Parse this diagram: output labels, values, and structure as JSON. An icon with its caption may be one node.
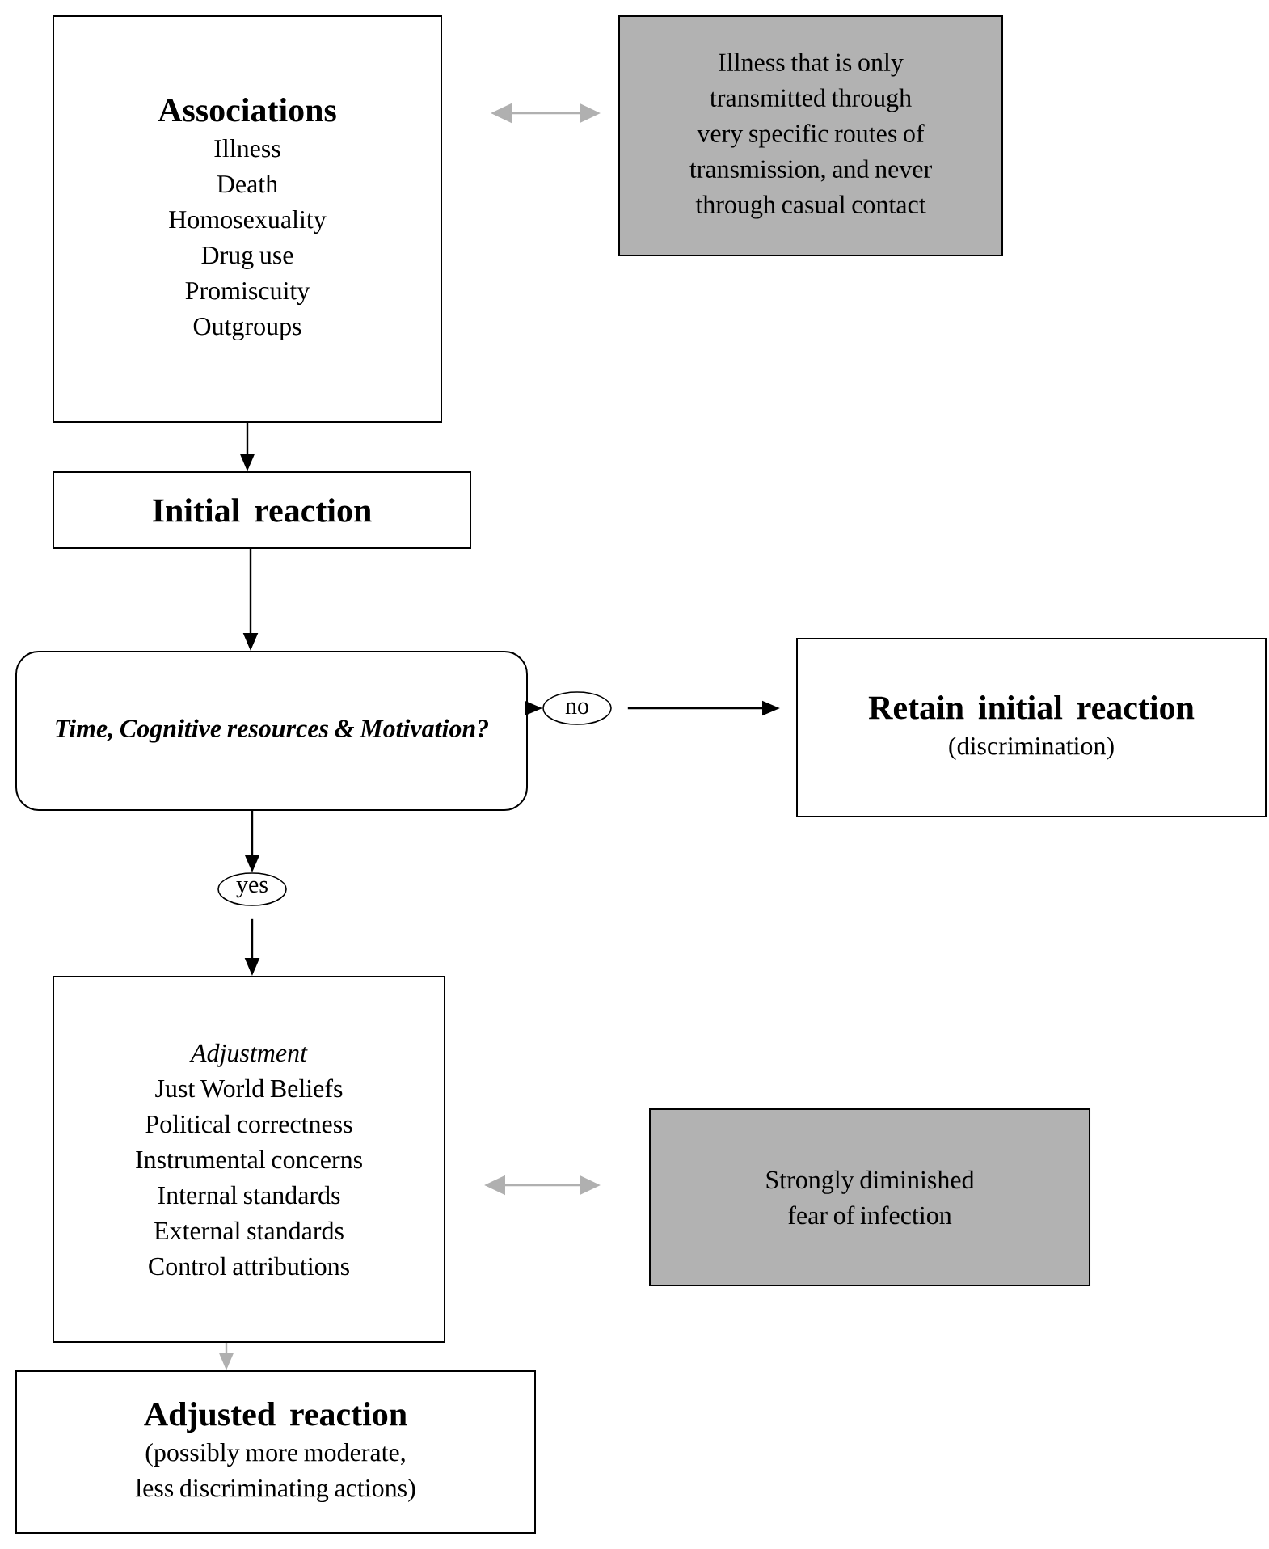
{
  "diagram": {
    "nodes": [
      {
        "text": [
          "Associations",
          "Illness",
          "Death",
          "Homosexuality",
          "Drug use",
          "Promiscuity",
          "Outgroups"
        ]
      },
      {
        "text": [
          "Illness that is only transmitted through very specific routes of transmission, and never through casual contact"
        ]
      },
      {
        "text": [
          "Initial reaction"
        ]
      },
      {
        "text": [
          "Time, Cognitive resources & Motivation?"
        ]
      },
      {
        "text": [
          "no"
        ]
      },
      {
        "text": [
          "Retain initial reaction",
          "(discrimination)"
        ]
      },
      {
        "text": [
          "yes"
        ]
      },
      {
        "text": [
          "Adjustment",
          "Just World Beliefs",
          "Political correctness",
          "Instrumental concerns",
          "Internal standards",
          "External standards",
          "Control attributions"
        ]
      },
      {
        "text": [
          "Strongly diminished fear of infection"
        ]
      },
      {
        "text": [
          "Adjusted reaction",
          "(possibly more moderate, less discriminating actions)"
        ]
      }
    ],
    "edges": [
      {
        "from": 0,
        "to": 1,
        "arrow": "both",
        "color": "#b0b0b0"
      },
      {
        "from": 0,
        "to": 2,
        "arrow": "to"
      },
      {
        "from": 2,
        "to": 3,
        "arrow": "to"
      },
      {
        "from": 3,
        "to": 4,
        "arrow": "to"
      },
      {
        "from": 4,
        "to": 5,
        "arrow": "to"
      },
      {
        "from": 3,
        "to": 6,
        "arrow": "to"
      },
      {
        "from": 6,
        "to": 7,
        "arrow": "to"
      },
      {
        "from": 7,
        "to": 8,
        "arrow": "both",
        "color": "#b0b0b0"
      },
      {
        "from": 7,
        "to": 9,
        "arrow": "to",
        "color": "#b0b0b0"
      }
    ]
  }
}
